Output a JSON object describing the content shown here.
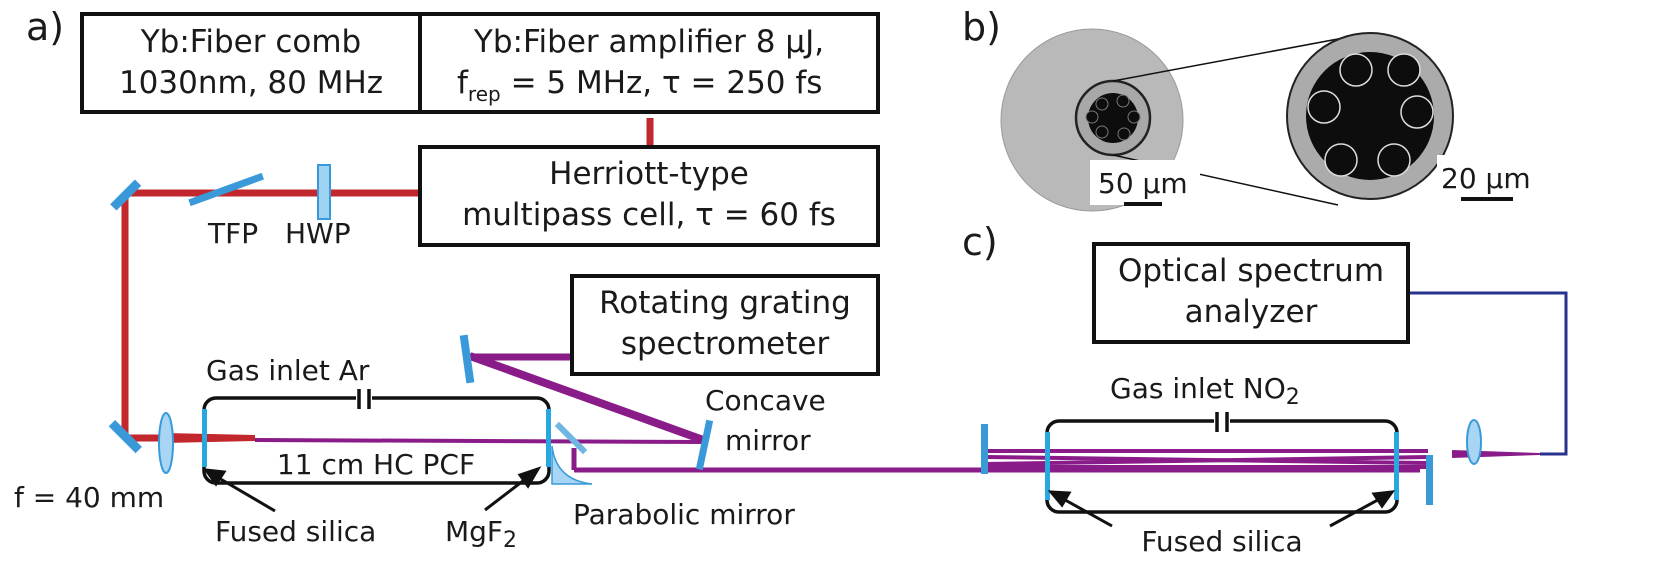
{
  "panels": {
    "a": "a)",
    "b": "b)",
    "c": "c)"
  },
  "boxes": {
    "comb_line1": "Yb:Fiber comb",
    "comb_line2": "1030nm, 80 MHz",
    "amp_line1": "Yb:Fiber amplifier 8 μJ,",
    "amp_f": "f",
    "amp_rep": "rep",
    "amp_rest": " = 5 MHz, τ = 250 fs",
    "herriott_line1": "Herriott-type",
    "herriott_line2": "multipass cell, τ = 60 fs",
    "spectrometer_line1": "Rotating grating",
    "spectrometer_line2": "spectrometer",
    "osa_line1": "Optical spectrum",
    "osa_line2": "analyzer"
  },
  "labels": {
    "tfp": "TFP",
    "hwp": "HWP",
    "gas_inlet_ar": "Gas inlet Ar",
    "hc_pcf": "11 cm HC PCF",
    "concave_1": "Concave",
    "concave_2": "mirror",
    "focal": "f = 40 mm",
    "fused_silica_a": "Fused silica",
    "mgf2_base": "MgF",
    "mgf2_sub": "2",
    "parabolic": "Parabolic mirror",
    "gas_inlet_no2_base": "Gas inlet NO",
    "gas_inlet_no2_sub": "2",
    "fused_silica_c": "Fused silica"
  },
  "scalebars": {
    "large": "50 μm",
    "small": "20 μm"
  },
  "colors": {
    "beam_ir": "#c1272d",
    "beam_uv": "#8a1c8a",
    "fiber_link": "#28328f",
    "optic": "#3a9ad9",
    "window": "#29a8e0"
  }
}
